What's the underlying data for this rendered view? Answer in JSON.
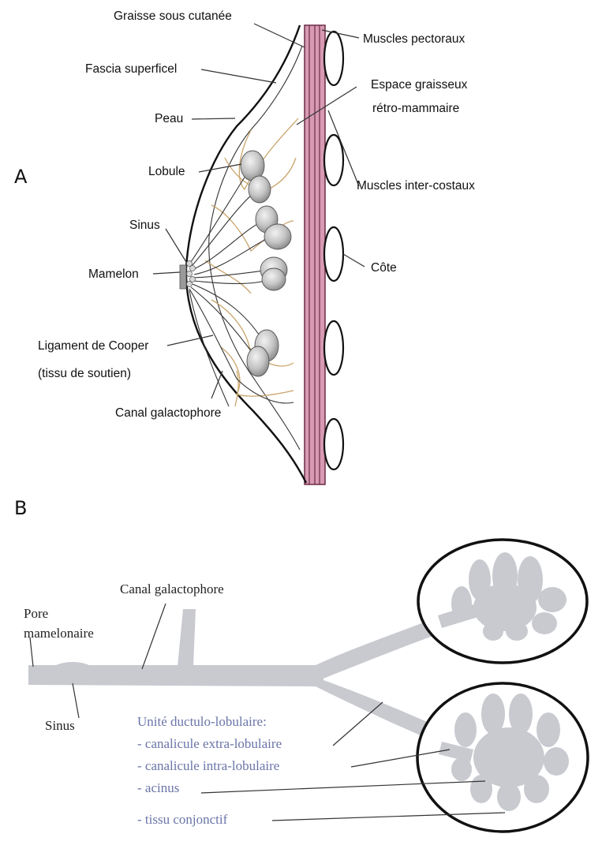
{
  "panel_a": {
    "letter": "A",
    "labels": {
      "graisse": "Graisse sous cutanée",
      "fascia": "Fascia superficel",
      "peau": "Peau",
      "lobule": "Lobule",
      "sinus": "Sinus",
      "mamelon": "Mamelon",
      "ligament_1": "Ligament de Cooper",
      "ligament_2": "(tissu de soutien)",
      "canal": "Canal galactophore",
      "pectoraux": "Muscles pectoraux",
      "espace_1": "Espace graisseux",
      "espace_2": "rétro-mammaire",
      "intercostaux": "Muscles inter-costaux",
      "cote": "Côte"
    }
  },
  "panel_b": {
    "letter": "B",
    "labels": {
      "canal": "Canal galactophore",
      "pore_1": "Pore",
      "pore_2": "mamelonaire",
      "sinus": "Sinus",
      "unite": "Unité ductulo-lobulaire:",
      "item_1": "- canalicule extra-lobulaire",
      "item_2": "- canalicule intra-lobulaire",
      "item_3": "- acinus",
      "item_4": "- tissu conjonctif"
    }
  },
  "colors": {
    "muscle": "#c98aa2",
    "lobule_fill": "#bdbdbd",
    "duct_gray": "#c8cad0",
    "cooper_tan": "#c9a46a",
    "blue_text": "#6a75a8"
  }
}
